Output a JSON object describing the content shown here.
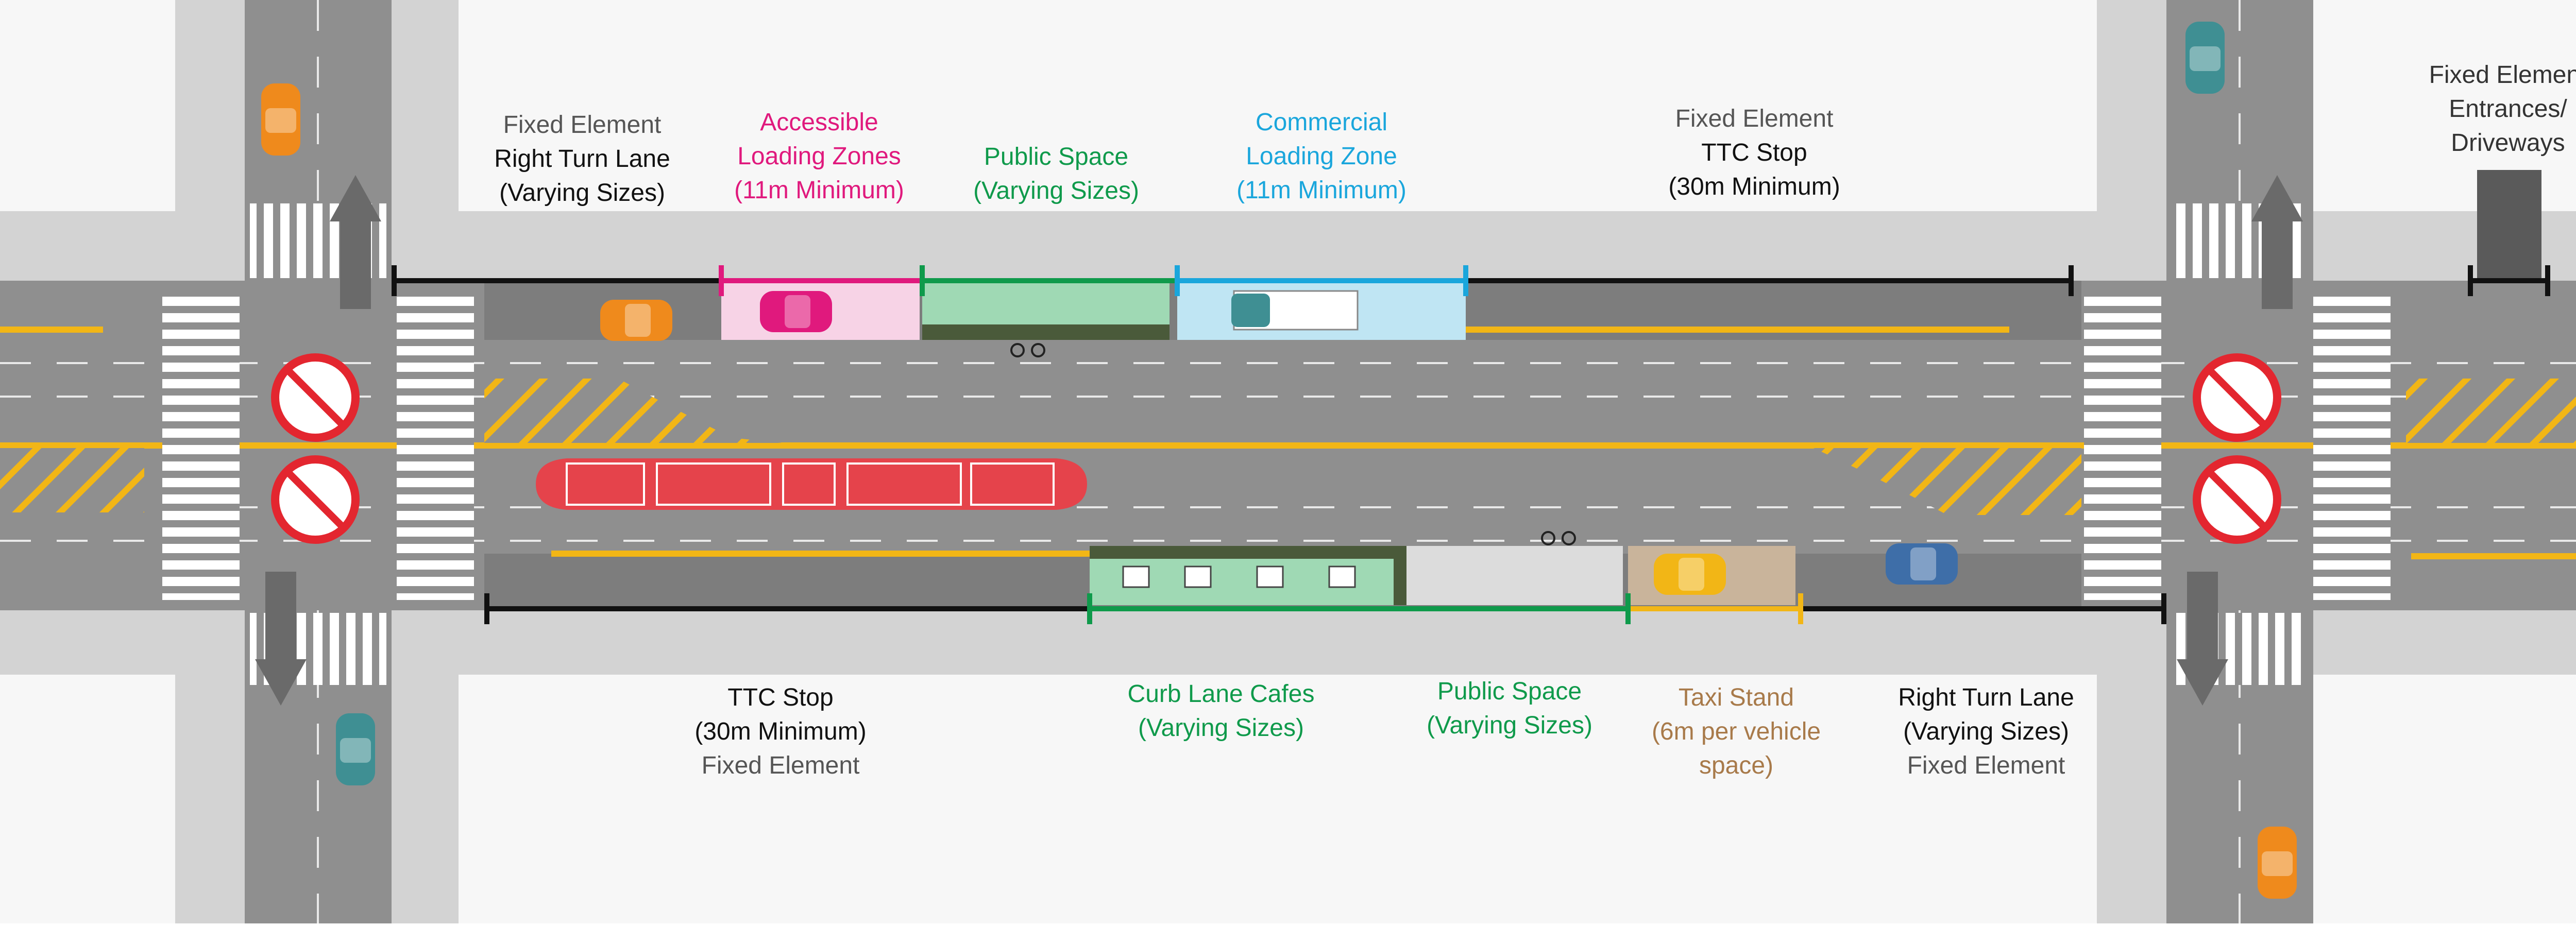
{
  "colors": {
    "fixed": "#555555",
    "label_dark": "#111111",
    "accessible": "#e0197d",
    "public_space": "#0f9a4b",
    "commercial": "#1aa6dc",
    "cafes": "#0f9a4b",
    "taxi": "#a87a4a",
    "road": "#8f8f8f",
    "sidewalk": "#d3d3d3",
    "block": "#f7f7f7",
    "yellow": "#f2b616",
    "streetcar": "#e5434b",
    "no_turn_red": "#e3262f"
  },
  "labels": {
    "top_right_turn": {
      "line1": "Fixed Element",
      "line2": "Right Turn Lane",
      "line3": "(Varying Sizes)"
    },
    "top_accessible": {
      "line1": "Accessible",
      "line2": "Loading Zones",
      "line3": "(11m Minimum)"
    },
    "top_public_space": {
      "line1": "Public Space",
      "line2": "(Varying Sizes)"
    },
    "top_commercial": {
      "line1": "Commercial",
      "line2": "Loading Zone",
      "line3": "(11m Minimum)"
    },
    "top_ttc": {
      "line1": "Fixed Element",
      "line2": "TTC Stop",
      "line3": "(30m Minimum)"
    },
    "top_driveways": {
      "line1": "Fixed Element",
      "line2": "Entrances/",
      "line3": "Driveways"
    },
    "bottom_ttc": {
      "line1": "TTC Stop",
      "line2": "(30m Minimum)",
      "line3": "Fixed Element"
    },
    "bottom_cafes": {
      "line1": "Curb Lane Cafes",
      "line2": "(Varying Sizes)"
    },
    "bottom_public_space": {
      "line1": "Public Space",
      "line2": "(Varying Sizes)"
    },
    "bottom_taxi": {
      "line1": "Taxi Stand",
      "line2": "(6m per vehicle",
      "line3": "space)"
    },
    "bottom_right_turn": {
      "line1": "Right Turn Lane",
      "line2": "(Varying Sizes)",
      "line3": "Fixed Element"
    }
  },
  "icons": {
    "no_turn_signs": [
      "no-left-turn-icon",
      "no-right-turn-icon"
    ],
    "vehicles": [
      "car-icon",
      "delivery-truck-icon",
      "streetcar-icon",
      "bicycle-icon",
      "taxi-icon"
    ],
    "arrows": [
      "right-turn-arrow-icon"
    ]
  }
}
